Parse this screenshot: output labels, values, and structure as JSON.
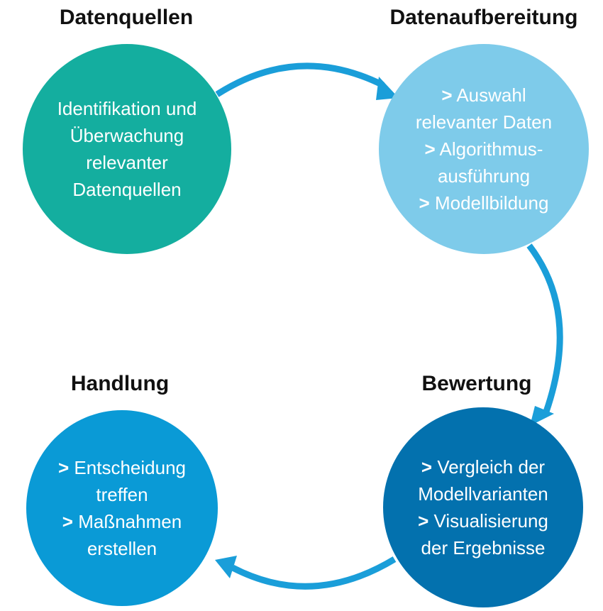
{
  "colors": {
    "datenquellen": "#14ae9f",
    "datenaufbereitung": "#7ecbea",
    "bewertung": "#0371ae",
    "handlung": "#0a9ad6",
    "arrow": "#1a9ed9"
  },
  "stages": [
    {
      "heading": "Datenquellen",
      "lines": [
        {
          "text": "Identifikation und"
        },
        {
          "text": "Überwachung"
        },
        {
          "text": "relevanter"
        },
        {
          "text": "Datenquellen"
        }
      ]
    },
    {
      "heading": "Datenaufbereitung",
      "lines": [
        {
          "bullet": ">",
          "text": "Auswahl"
        },
        {
          "text": "relevanter Daten"
        },
        {
          "bullet": ">",
          "text": "Algorithmus-"
        },
        {
          "text": "ausführung"
        },
        {
          "bullet": ">",
          "text": "Modellbildung"
        }
      ]
    },
    {
      "heading": "Bewertung",
      "lines": [
        {
          "bullet": ">",
          "text": "Vergleich der"
        },
        {
          "text": "Modellvarianten"
        },
        {
          "bullet": ">",
          "text": "Visualisierung"
        },
        {
          "text": "der Ergebnisse"
        }
      ]
    },
    {
      "heading": "Handlung",
      "lines": [
        {
          "bullet": ">",
          "text": "Entscheidung"
        },
        {
          "text": "treffen"
        },
        {
          "bullet": ">",
          "text": "Maßnahmen"
        },
        {
          "text": "erstellen"
        }
      ]
    }
  ]
}
